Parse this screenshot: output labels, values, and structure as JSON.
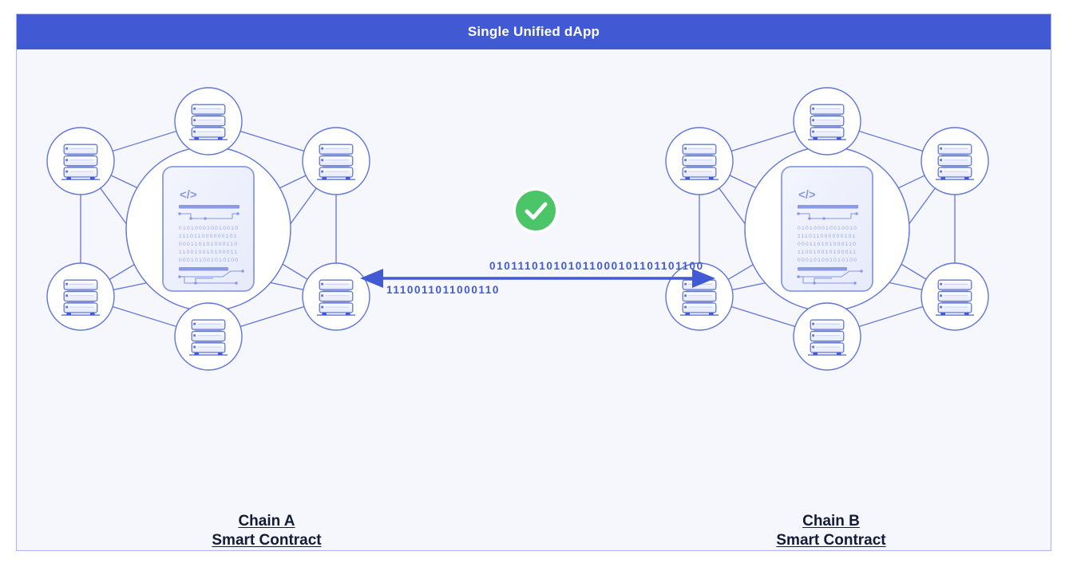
{
  "panel": {
    "title": "Single Unified dApp",
    "header_color": "#4259d4",
    "body_color": "#f5f7fd",
    "border_color": "#a7b6ee"
  },
  "diagram": {
    "type": "network-interoperability",
    "accent_color": "#6275d8",
    "node_line_color": "#6275d8",
    "document_fill": "#eef1fc",
    "label_color": "#141b34",
    "status": {
      "icon": "check-circle-icon",
      "color": "#4cc568",
      "meaning": "verified"
    },
    "chains": [
      {
        "id": "chain-a",
        "label_line1": "Chain A",
        "label_line2": "Smart Contract",
        "node_count": 6,
        "contract": {
          "code_tag": "</>",
          "binary_lines": [
            "010100010010010",
            "111011000000101",
            "000110101000110",
            "110010010100011",
            "000101001010100"
          ]
        }
      },
      {
        "id": "chain-b",
        "label_line1": "Chain B",
        "label_line2": "Smart Contract",
        "node_count": 6,
        "contract": {
          "code_tag": "</>",
          "binary_lines": [
            "010100010010010",
            "111011000000101",
            "000110101000110",
            "110010010100011",
            "000101001010100"
          ]
        }
      }
    ],
    "transfer": {
      "forward_payload": "010111010101011000101101101100",
      "backward_payload": "1110011011000110",
      "arrow_color": "#4259d4",
      "direction": "bidirectional"
    }
  }
}
